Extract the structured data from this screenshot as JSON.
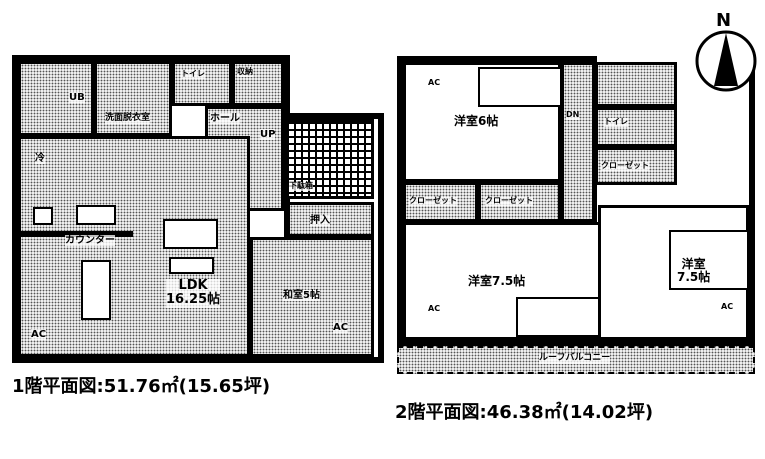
{
  "floor1": {
    "caption": "1階平面図:51.76㎡(15.65坪)",
    "rooms": {
      "ub": "UB",
      "washroom": "洗面脱衣室",
      "toilet": "トイレ",
      "storage": "収納",
      "hall": "ホール",
      "up": "UP",
      "fridge": "冷",
      "shoe_box": "下駄箱",
      "closet": "押入",
      "counter": "カウンター",
      "ldk": "LDK",
      "ldk_size": "16.25帖",
      "japanese": "和室5帖",
      "ac1": "AC",
      "ac2": "AC"
    }
  },
  "floor2": {
    "caption": "2階平面図:46.38㎡(14.02坪)",
    "rooms": {
      "western6": "洋室6帖",
      "western75a": "洋室7.5帖",
      "western75b": "洋室",
      "western75b_size": "7.5帖",
      "closet1": "クローゼット",
      "closet2": "クローゼット",
      "closet3": "クローゼット",
      "toilet": "トイレ",
      "dn": "DN",
      "balcony": "ルーフバルコニー",
      "ac1": "AC",
      "ac2": "AC",
      "ac3": "AC"
    }
  },
  "compass": {
    "label": "N"
  }
}
